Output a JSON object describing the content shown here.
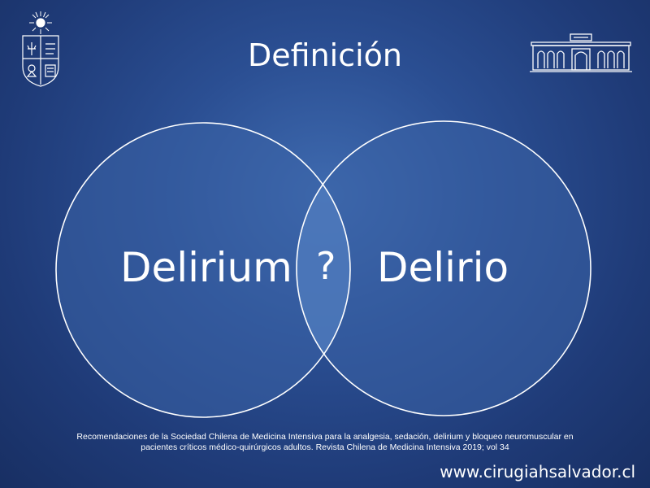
{
  "slide": {
    "title": "Definición",
    "left_circle_label": "Delirium",
    "overlap_label": "?",
    "right_circle_label": "Delirio",
    "citation_line1": "Recomendaciones de la Sociedad Chilena de Medicina Intensiva para la analgesia, sedación, delirium y bloqueo neuromuscular en",
    "citation_line2": "pacientes críticos médico-quirúrgicos adultos. Revista Chilena de Medicina Intensiva 2019; vol 34",
    "website": "www.cirugiahsalvador.cl"
  },
  "icons": {
    "left_logo": "university-crest-icon",
    "right_logo": "hospital-building-icon"
  },
  "colors": {
    "background": "#2b4f93",
    "circle_fill": "#3d66aa",
    "overlap_fill": "#4f7cc2",
    "text": "#ffffff"
  }
}
